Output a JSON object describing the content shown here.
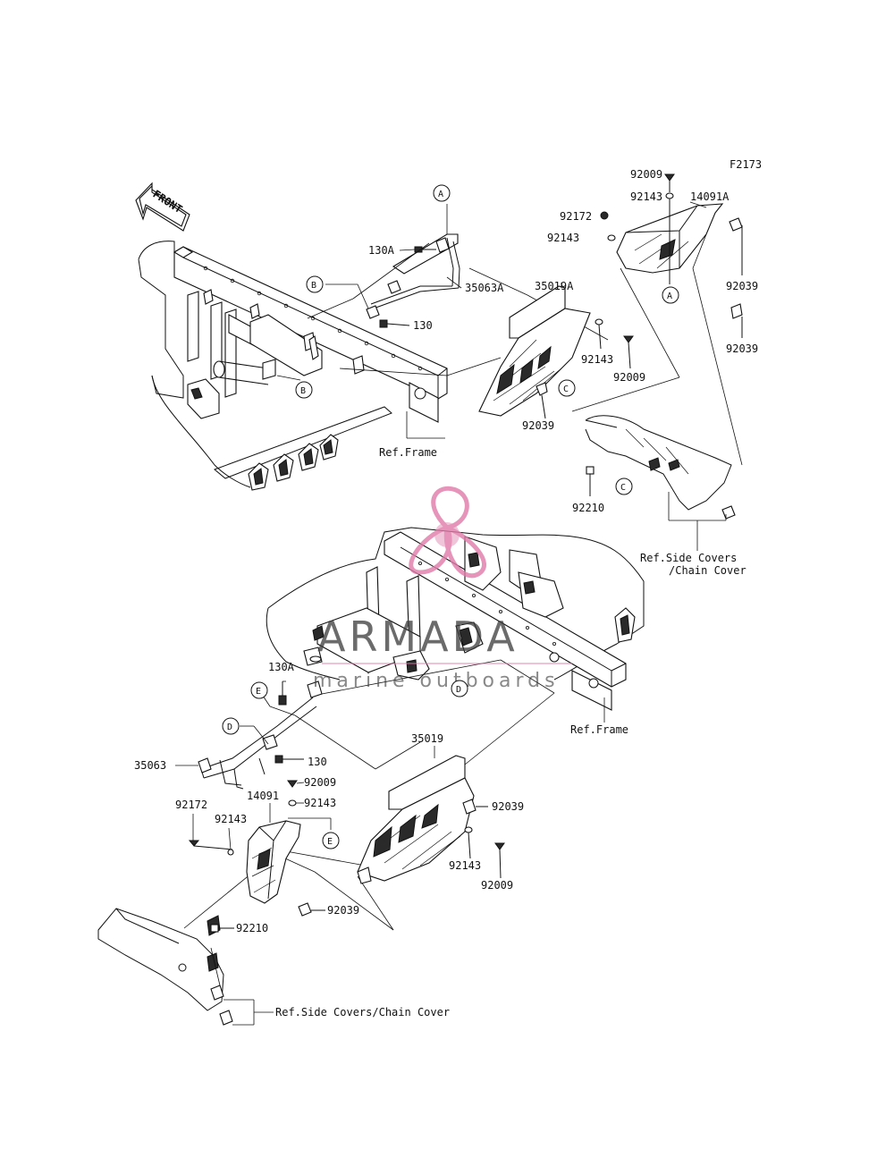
{
  "figure_code": "F2173",
  "front_label": "FRONT",
  "watermark": {
    "brand": "ARMADA",
    "tagline": "marine outboards",
    "accent_color": "#e07aa8"
  },
  "callout_letters": {
    "a": "A",
    "b": "B",
    "c": "C",
    "d": "D",
    "e": "E"
  },
  "parts": {
    "p92009": "92009",
    "p92143": "92143",
    "p92172": "92172",
    "p14091A": "14091A",
    "p14091": "14091",
    "p92039": "92039",
    "p130A": "130A",
    "p130": "130",
    "p35063A": "35063A",
    "p35063": "35063",
    "p35019A": "35019A",
    "p35019": "35019",
    "p92210": "92210"
  },
  "refs": {
    "frame": "Ref.Frame",
    "side_covers_line1": "Ref.Side Covers",
    "side_covers_line2": "/Chain Cover",
    "side_covers_full": "Ref.Side Covers/Chain Cover"
  }
}
